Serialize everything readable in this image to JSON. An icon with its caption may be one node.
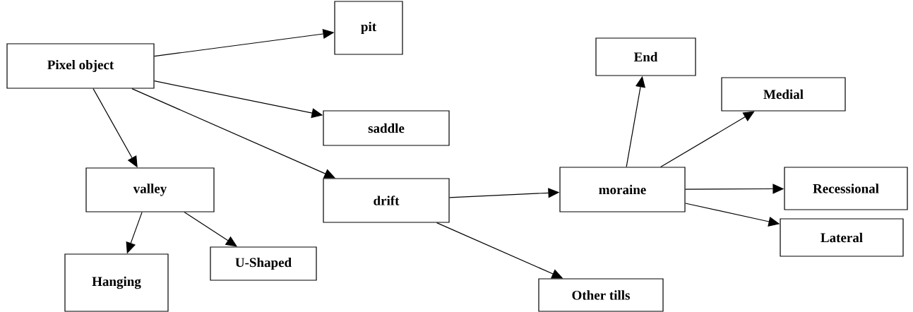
{
  "diagram": {
    "nodes": [
      {
        "text": [
          "Pixel object"
        ]
      },
      {
        "text": [
          "pit"
        ]
      },
      {
        "text": [
          "saddle"
        ]
      },
      {
        "text": [
          "valley"
        ]
      },
      {
        "text": [
          "drift"
        ]
      },
      {
        "text": [
          "Hanging"
        ]
      },
      {
        "text": [
          "U-Shaped"
        ]
      },
      {
        "text": [
          "moraine"
        ]
      },
      {
        "text": [
          "Other tills"
        ]
      },
      {
        "text": [
          "End"
        ]
      },
      {
        "text": [
          "Medial"
        ]
      },
      {
        "text": [
          "Recessional"
        ]
      },
      {
        "text": [
          "Lateral"
        ]
      }
    ],
    "edges": [
      {
        "from": 0,
        "to": 1,
        "arrow": "to"
      },
      {
        "from": 0,
        "to": 2,
        "arrow": "to"
      },
      {
        "from": 0,
        "to": 4,
        "arrow": "to"
      },
      {
        "from": 0,
        "to": 3,
        "arrow": "to"
      },
      {
        "from": 3,
        "to": 5,
        "arrow": "to"
      },
      {
        "from": 3,
        "to": 6,
        "arrow": "to"
      },
      {
        "from": 4,
        "to": 7,
        "arrow": "to"
      },
      {
        "from": 4,
        "to": 8,
        "arrow": "to"
      },
      {
        "from": 7,
        "to": 9,
        "arrow": "to"
      },
      {
        "from": 7,
        "to": 10,
        "arrow": "to"
      },
      {
        "from": 7,
        "to": 11,
        "arrow": "to"
      },
      {
        "from": 7,
        "to": 12,
        "arrow": "to"
      }
    ]
  }
}
